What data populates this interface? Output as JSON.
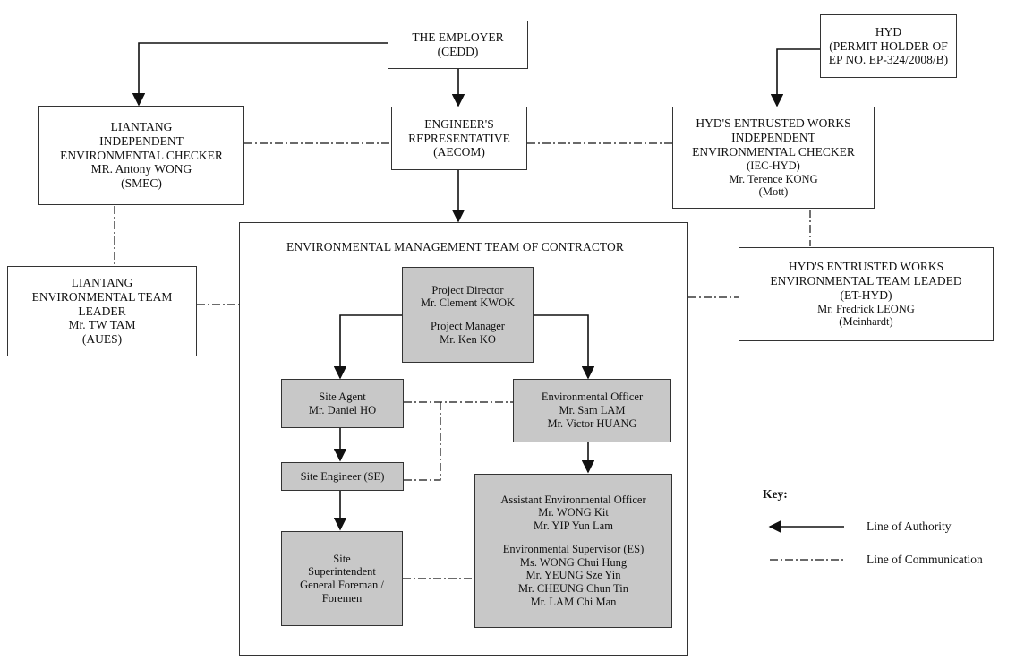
{
  "diagram": {
    "employer": [
      "THE EMPLOYER",
      "(CEDD)"
    ],
    "hyd": [
      "HYD",
      "(PERMIT HOLDER OF",
      "EP NO. EP-324/2008/B)"
    ],
    "liantang_iec": [
      "LIANTANG",
      "INDEPENDENT",
      "ENVIRONMENTAL CHECKER",
      "MR. Antony WONG",
      "(SMEC)"
    ],
    "engineers_rep": [
      "ENGINEER'S",
      "REPRESENTATIVE",
      "(AECOM)"
    ],
    "hyd_iec": [
      "HYD'S ENTRUSTED WORKS",
      "INDEPENDENT",
      "ENVIRONMENTAL CHECKER",
      "(IEC-HYD)",
      "Mr. Terence KONG",
      "(Mott)"
    ],
    "liantang_et": [
      "LIANTANG",
      "ENVIRONMENTAL TEAM",
      "LEADER",
      "Mr. TW TAM",
      "(AUES)"
    ],
    "hyd_et": [
      "HYD'S ENTRUSTED WORKS",
      "ENVIRONMENTAL TEAM LEADED",
      "(ET-HYD)",
      "Mr. Fredrick LEONG",
      "(Meinhardt)"
    ],
    "team_title": "ENVIRONMENTAL MANAGEMENT TEAM OF CONTRACTOR",
    "project_director": [
      "Project Director",
      "Mr. Clement KWOK"
    ],
    "project_manager": [
      "Project Manager",
      "Mr. Ken KO"
    ],
    "site_agent": [
      "Site Agent",
      "Mr. Daniel HO"
    ],
    "env_officer": [
      "Environmental Officer",
      "Mr. Sam LAM",
      "Mr. Victor HUANG"
    ],
    "site_engineer": [
      "Site Engineer (SE)"
    ],
    "superintendent": [
      "Site",
      "Superintendent",
      "General Foreman /",
      "Foremen"
    ],
    "asst_env_officer": [
      "Assistant Environmental Officer",
      "Mr. WONG Kit",
      "Mr. YIP Yun Lam"
    ],
    "env_supervisor": [
      "Environmental Supervisor (ES)",
      "Ms. WONG Chui Hung",
      "Mr. YEUNG Sze Yin",
      "Mr. CHEUNG Chun Tin",
      "Mr. LAM Chi Man"
    ]
  },
  "key": {
    "title": "Key:",
    "authority": "Line of Authority",
    "communication": "Line of Communication"
  },
  "colors": {
    "line": "#111111",
    "box_border": "#333333",
    "grey_fill": "#c8c8c8"
  }
}
